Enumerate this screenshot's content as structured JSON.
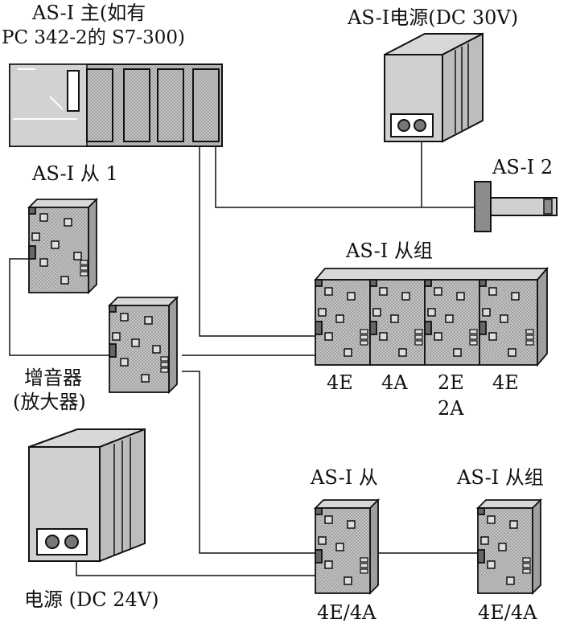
{
  "labels": {
    "master_line1": "AS-I 主(如有",
    "master_line2": "PC 342-2的 S7-300)",
    "psu30_title": "AS-I电源(DC 30V)",
    "as_i_2": "AS-I 2",
    "slave1": "AS-I 从 1",
    "slave_group_top": "AS-I 从组",
    "repeater_line1": "增音器",
    "repeater_line2": "(放大器)",
    "group_io_1": "4E",
    "group_io_2": "4A",
    "group_io_3a": "2E",
    "group_io_3b": "2A",
    "group_io_4": "4E",
    "slave_bottom": "AS-I 从",
    "slave_group_bottom": "AS-I 从组",
    "slave_bottom_io": "4E/4A",
    "slave_group_bottom_io": "4E/4A",
    "psu24_title": "电源 (DC 24V)"
  },
  "colors": {
    "line": "#111111",
    "module_fill": "#bfbfbf",
    "module_dark": "#8c8c8c",
    "white": "#ffffff"
  }
}
